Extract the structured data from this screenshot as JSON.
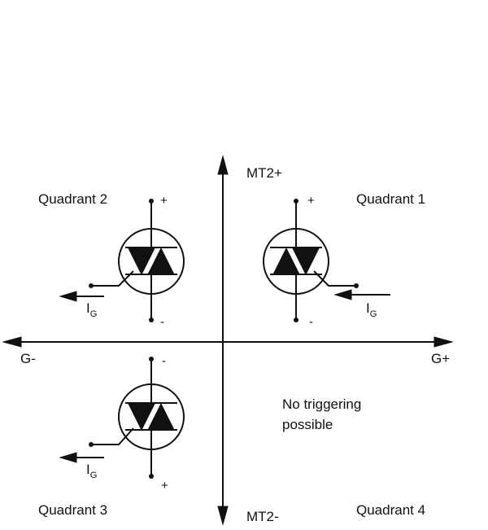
{
  "axes": {
    "y_top": "MT2+",
    "y_bottom": "MT2-",
    "x_left": "G-",
    "x_right": "G+"
  },
  "quadrants": {
    "q1": {
      "label": "Quadrant 1",
      "top_sign": "+",
      "bottom_sign": "-",
      "current_main": "I",
      "current_sub": "G"
    },
    "q2": {
      "label": "Quadrant 2",
      "top_sign": "+",
      "bottom_sign": "-",
      "current_main": "I",
      "current_sub": "G"
    },
    "q3": {
      "label": "Quadrant 3",
      "top_sign": "-",
      "bottom_sign": "+",
      "current_main": "I",
      "current_sub": "G"
    },
    "q4": {
      "label": "Quadrant 4",
      "note_line1": "No triggering",
      "note_line2": "possible"
    }
  },
  "colors": {
    "ink": "#111111",
    "background": "#ffffff"
  }
}
